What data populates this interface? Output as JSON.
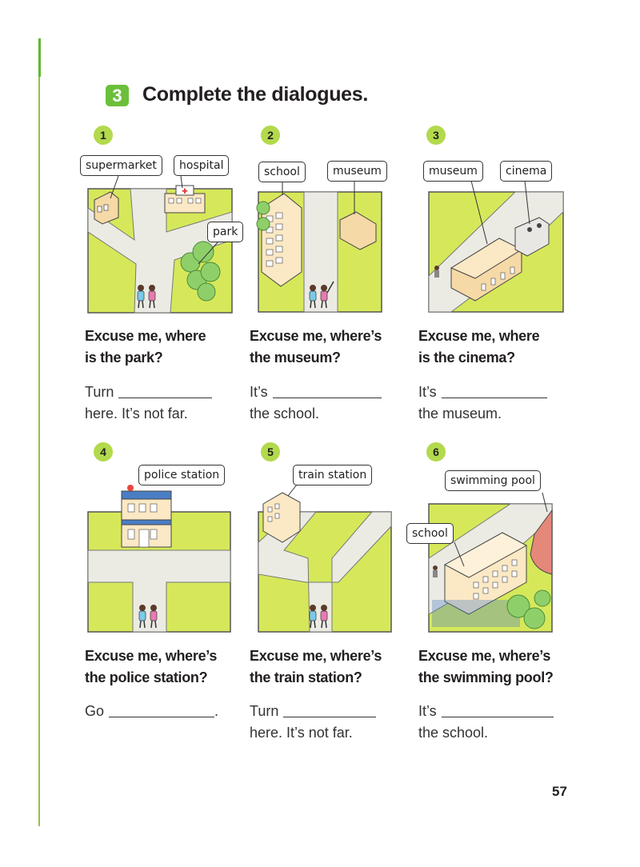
{
  "exercise": {
    "number": "3",
    "title": "Complete the dialogues."
  },
  "items": [
    {
      "num": "1",
      "labels": [
        "supermarket",
        "hospital",
        "park"
      ],
      "question": [
        "Excuse me, where",
        "is the park?"
      ],
      "answer": [
        "Turn",
        "here. It’s not far."
      ]
    },
    {
      "num": "2",
      "labels": [
        "school",
        "museum"
      ],
      "question": [
        "Excuse me, where’s",
        "the museum?"
      ],
      "answer": [
        "It’s",
        "the school."
      ]
    },
    {
      "num": "3",
      "labels": [
        "museum",
        "cinema"
      ],
      "question": [
        "Excuse me, where",
        "is the cinema?"
      ],
      "answer": [
        "It’s",
        "the museum."
      ]
    },
    {
      "num": "4",
      "labels": [
        "police station"
      ],
      "question": [
        "Excuse me, where’s",
        "the police station?"
      ],
      "answer": [
        "Go",
        "."
      ]
    },
    {
      "num": "5",
      "labels": [
        "train station"
      ],
      "question": [
        "Excuse me, where’s",
        "the train station?"
      ],
      "answer": [
        "Turn",
        "here. It’s not far."
      ]
    },
    {
      "num": "6",
      "labels": [
        "swimming pool",
        "school"
      ],
      "question": [
        "Excuse me, where’s",
        "the swimming pool?"
      ],
      "answer": [
        "It’s",
        "the school."
      ]
    }
  ],
  "page_number": "57",
  "colors": {
    "accent_green": "#6cbf3a",
    "grass": "#d6e85a",
    "road": "#ebebe4",
    "badge": "#b3d94d"
  }
}
